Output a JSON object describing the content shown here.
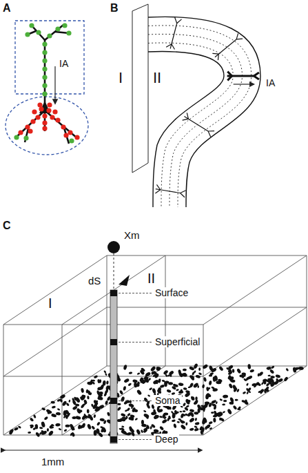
{
  "diagram": {
    "labels": [
      "A",
      "IA",
      "B",
      "I",
      "II",
      "IA",
      "C",
      "Xm",
      "dS",
      "I",
      "II",
      "Surface",
      "Superficial",
      "Soma",
      "Deep",
      "1mm"
    ]
  }
}
